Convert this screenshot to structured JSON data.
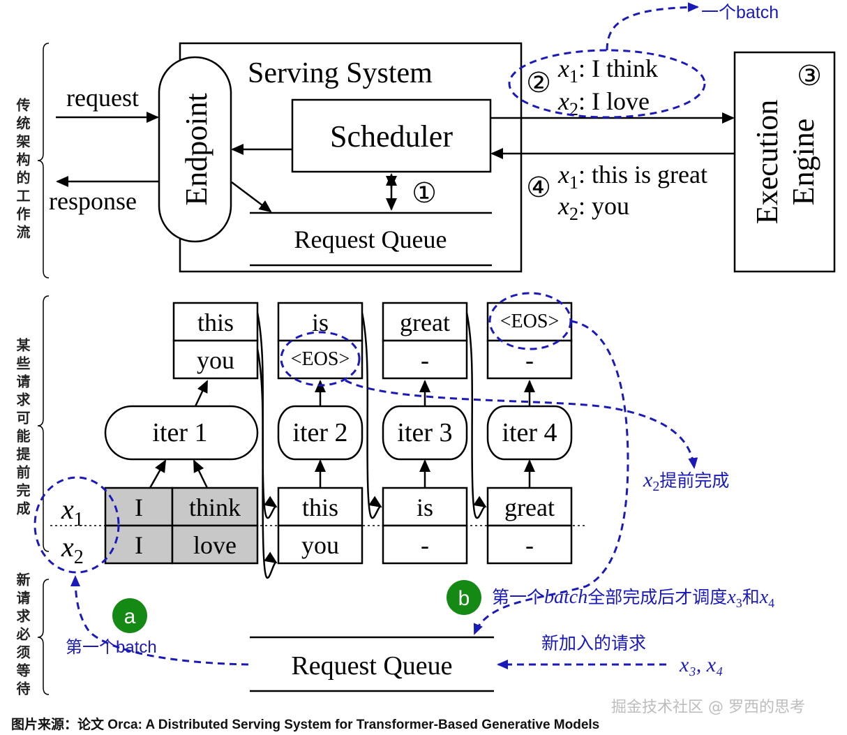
{
  "side_labels": {
    "top": "传统架构的工作流",
    "middle": "某些请求可能提前完成",
    "bottom": "新请求必须等待"
  },
  "top_diagram": {
    "request_label": "request",
    "response_label": "response",
    "endpoint_label": "Endpoint",
    "serving_system_label": "Serving System",
    "scheduler_label": "Scheduler",
    "request_queue_label": "Request Queue",
    "step1": "①",
    "step2": "②",
    "step3": "③",
    "step4": "④",
    "batch_in": [
      {
        "var": "x",
        "sub": "1",
        "text": ": I think"
      },
      {
        "var": "x",
        "sub": "2",
        "text": ": I love"
      }
    ],
    "batch_out": [
      {
        "var": "x",
        "sub": "1",
        "text": ": this is great"
      },
      {
        "var": "x",
        "sub": "2",
        "text": ": you"
      }
    ],
    "execution_engine_line1": "Execution",
    "execution_engine_line2": "Engine",
    "batch_annotation": "一个batch"
  },
  "iterations": {
    "row_labels": [
      {
        "var": "x",
        "sub": "1"
      },
      {
        "var": "x",
        "sub": "2"
      }
    ],
    "input_tokens": [
      [
        "I",
        "I"
      ],
      [
        "think",
        "love"
      ]
    ],
    "iters": [
      {
        "label": "iter 1",
        "output": [
          "this",
          "you"
        ]
      },
      {
        "label": "iter 2",
        "input": [
          "this",
          "you"
        ],
        "output": [
          "is",
          "<EOS>"
        ]
      },
      {
        "label": "iter 3",
        "input": [
          "is",
          "-"
        ],
        "output": [
          "great",
          "-"
        ]
      },
      {
        "label": "iter 4",
        "input": [
          "great",
          "-"
        ],
        "output": [
          "<EOS>",
          "-"
        ]
      }
    ],
    "early_finish_annotation": {
      "var": "x",
      "sub": "2",
      "text": "提前完成"
    }
  },
  "bottom_diagram": {
    "badge_a": "a",
    "badge_b": "b",
    "first_batch_label": "第一个batch",
    "b_annotation_prefix": "第一个",
    "b_annotation_italic": "batch",
    "b_annotation_mid": "全部完成后才调度",
    "b_annotation_x3": {
      "var": "x",
      "sub": "3"
    },
    "b_annotation_and": "和",
    "b_annotation_x4": {
      "var": "x",
      "sub": "4"
    },
    "request_queue_label": "Request Queue",
    "new_requests_label": "新加入的请求",
    "new_requests_vars": "x₃, x₄"
  },
  "colors": {
    "annotation_blue": "#1a1ab8",
    "badge_green": "#148a14",
    "token_gray": "#c8c8c8"
  },
  "caption": "图片来源：论文 Orca: A Distributed Serving System for Transformer-Based Generative Models",
  "watermark": "掘金技术社区 @ 罗西的思考"
}
